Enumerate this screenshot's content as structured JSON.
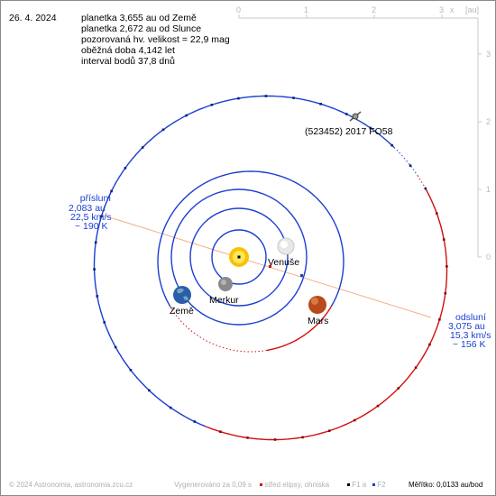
{
  "header": {
    "date": "26. 4. 2024",
    "info_lines": [
      "planetka 3,655 au od Země",
      "planetka 2,672 au od Slunce",
      "pozorovaná hv. velikost = 22,9 mag",
      "oběžná doba 4,142 let",
      "interval bodů 37,8 dnů"
    ]
  },
  "axes": {
    "x_ticks": [
      "0",
      "1",
      "2",
      "3"
    ],
    "x_label": "x",
    "unit_label": "[au]",
    "y_ticks": [
      "3",
      "2",
      "1",
      "0"
    ]
  },
  "bodies": {
    "asteroid_label": "(523452) 2017 FO58",
    "venus": "Venuše",
    "mercury": "Merkur",
    "earth": "Země",
    "mars": "Mars"
  },
  "perihelion": {
    "title": "přísluní",
    "distance": "2,083 au",
    "speed": "22,5 km/s",
    "temp": "~ 190 K"
  },
  "aphelion": {
    "title": "odsluní",
    "distance": "3,075 au",
    "speed": "15,3 km/s",
    "temp": "~ 156 K"
  },
  "footer": {
    "copyright": "© 2024 Astronomia, astronomia.zcu.cz",
    "generated": "Vygenerováno za 0,09 s",
    "legend_center": "střed elipsy, ohniska",
    "legend_f1": "F1 a",
    "legend_f2": "F2",
    "scale": "Měřítko: 0,0133 au/bod"
  },
  "colors": {
    "orbit_blue": "#1a3fd0",
    "orbit_red": "#d01010",
    "apsis_line": "#f2b088",
    "sun": "#f5c400",
    "axis_gray": "#c8c8c8"
  }
}
